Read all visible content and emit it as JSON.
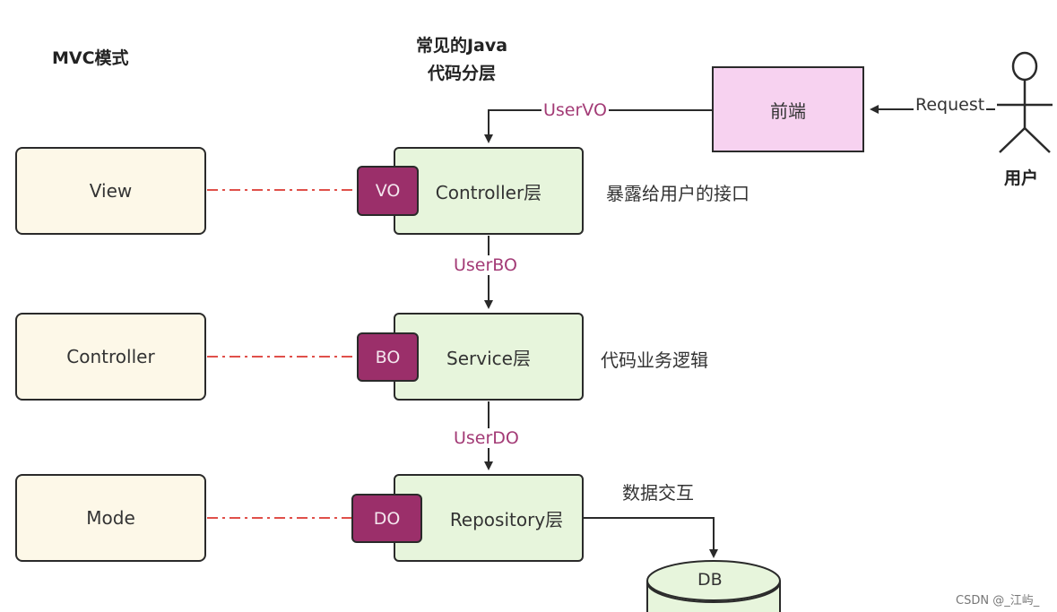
{
  "headings": {
    "mvc": "MVC模式",
    "java_layers_line1": "常见的Java",
    "java_layers_line2": "代码分层"
  },
  "mvc_boxes": [
    "View",
    "Controller",
    "Mode"
  ],
  "layers": [
    {
      "badge": "VO",
      "label": "Controller层",
      "desc": "暴露给用户的接口"
    },
    {
      "badge": "BO",
      "label": "Service层",
      "desc": "代码业务逻辑"
    },
    {
      "badge": "DO",
      "label": "Repository层",
      "desc": "数据交互"
    }
  ],
  "frontend": "前端",
  "request_label": "Request",
  "user_label": "用户",
  "flows": {
    "to_controller": "UserVO",
    "to_service": "UserBO",
    "to_repository": "UserDO"
  },
  "db_label": "DB",
  "watermark": "CSDN @_江屿_",
  "colors": {
    "mvc_fill": "#fdf8e8",
    "layer_fill": "#e7f5dc",
    "badge_fill": "#9b2f6a",
    "frontend_fill": "#f7d2f0",
    "dash_line": "#e0504a",
    "flow_label": "#a33b76",
    "db_fill": "#e7f5dc"
  }
}
